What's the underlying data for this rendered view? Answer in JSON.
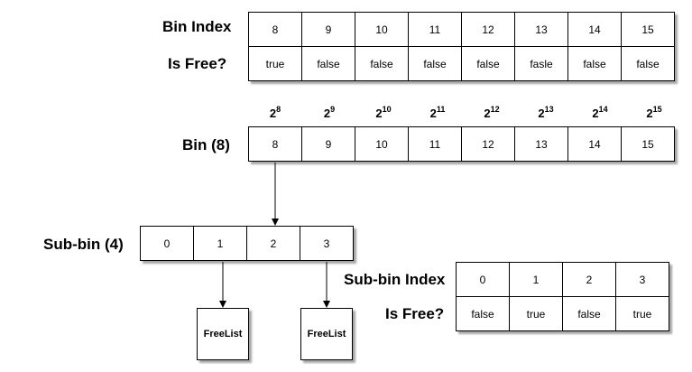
{
  "top": {
    "index_label": "Bin Index",
    "free_label": "Is Free?",
    "indices": [
      "8",
      "9",
      "10",
      "11",
      "12",
      "13",
      "14",
      "15"
    ],
    "free": [
      "true",
      "false",
      "false",
      "false",
      "false",
      "fasle",
      "false",
      "false"
    ]
  },
  "powers": [
    {
      "base": "2",
      "exp": "8"
    },
    {
      "base": "2",
      "exp": "9"
    },
    {
      "base": "2",
      "exp": "10"
    },
    {
      "base": "2",
      "exp": "11"
    },
    {
      "base": "2",
      "exp": "12"
    },
    {
      "base": "2",
      "exp": "13"
    },
    {
      "base": "2",
      "exp": "14"
    },
    {
      "base": "2",
      "exp": "15"
    }
  ],
  "bin": {
    "label": "Bin (8)",
    "cells": [
      "8",
      "9",
      "10",
      "11",
      "12",
      "13",
      "14",
      "15"
    ]
  },
  "subbin": {
    "label": "Sub-bin (4)",
    "cells": [
      "0",
      "1",
      "2",
      "3"
    ]
  },
  "subbin_table": {
    "index_label": "Sub-bin Index",
    "free_label": "Is Free?",
    "indices": [
      "0",
      "1",
      "2",
      "3"
    ],
    "free": [
      "false",
      "true",
      "false",
      "true"
    ]
  },
  "freelists": [
    "FreeList",
    "FreeList"
  ]
}
